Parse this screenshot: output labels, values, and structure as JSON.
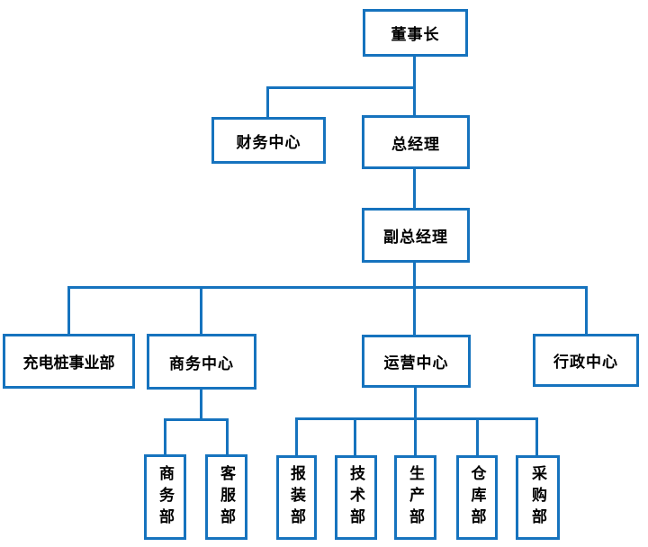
{
  "diagram": {
    "type": "org-chart",
    "accent_color": "#1673BE",
    "text_color": "#000000",
    "background_color": "#ffffff",
    "nodes": {
      "chairman": "董事长",
      "finance_center": "财务中心",
      "general_manager": "总经理",
      "deputy_general_manager": "副总经理",
      "charging_pile_division": "充电桩事业部",
      "business_center": "商务中心",
      "operations_center": "运营中心",
      "admin_center": "行政中心",
      "business_dept": "商务部",
      "customer_service_dept": "客服部",
      "installation_dept": "报装部",
      "technology_dept": "技术部",
      "production_dept": "生产部",
      "warehouse_dept": "仓库部",
      "purchasing_dept": "采购部"
    },
    "edges": [
      {
        "parent": "董事长",
        "child": "财务中心"
      },
      {
        "parent": "董事长",
        "child": "总经理"
      },
      {
        "parent": "总经理",
        "child": "副总经理"
      },
      {
        "parent": "副总经理",
        "child": "充电桩事业部"
      },
      {
        "parent": "副总经理",
        "child": "商务中心"
      },
      {
        "parent": "副总经理",
        "child": "运营中心"
      },
      {
        "parent": "副总经理",
        "child": "行政中心"
      },
      {
        "parent": "商务中心",
        "child": "商务部"
      },
      {
        "parent": "商务中心",
        "child": "客服部"
      },
      {
        "parent": "运营中心",
        "child": "报装部"
      },
      {
        "parent": "运营中心",
        "child": "技术部"
      },
      {
        "parent": "运营中心",
        "child": "生产部"
      },
      {
        "parent": "运营中心",
        "child": "仓库部"
      },
      {
        "parent": "运营中心",
        "child": "采购部"
      }
    ]
  }
}
